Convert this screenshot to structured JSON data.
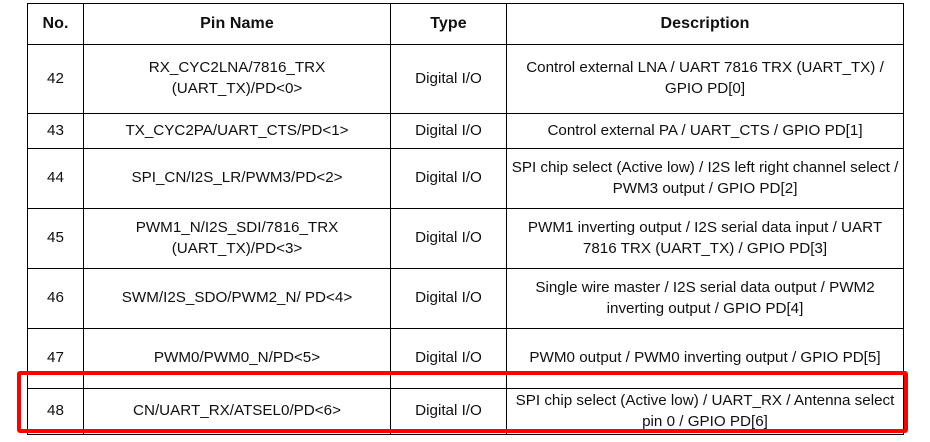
{
  "table": {
    "headers": [
      "No.",
      "Pin Name",
      "Type",
      "Description"
    ],
    "rows": [
      {
        "no": "42",
        "pin_name": "RX_CYC2LNA/7816_TRX (UART_TX)/PD<0>",
        "type": "Digital I/O",
        "description": "Control external LNA / UART 7816 TRX (UART_TX) / GPIO PD[0]",
        "highlighted": false
      },
      {
        "no": "43",
        "pin_name": "TX_CYC2PA/UART_CTS/PD<1>",
        "type": "Digital I/O",
        "description": "Control external PA / UART_CTS / GPIO PD[1]",
        "highlighted": false
      },
      {
        "no": "44",
        "pin_name": "SPI_CN/I2S_LR/PWM3/PD<2>",
        "type": "Digital I/O",
        "description": "SPI chip select (Active low) / I2S left right channel select / PWM3 output / GPIO PD[2]",
        "highlighted": false
      },
      {
        "no": "45",
        "pin_name": "PWM1_N/I2S_SDI/7816_TRX (UART_TX)/PD<3>",
        "type": "Digital I/O",
        "description": "PWM1 inverting output / I2S serial data input / UART 7816 TRX (UART_TX) / GPIO PD[3]",
        "highlighted": false
      },
      {
        "no": "46",
        "pin_name": "SWM/I2S_SDO/PWM2_N/ PD<4>",
        "type": "Digital I/O",
        "description": "Single wire master / I2S serial data output / PWM2 inverting output / GPIO PD[4]",
        "highlighted": false
      },
      {
        "no": "47",
        "pin_name": "PWM0/PWM0_N/PD<5>",
        "type": "Digital I/O",
        "description": "PWM0 output / PWM0 inverting output / GPIO PD[5]",
        "highlighted": false
      },
      {
        "no": "48",
        "pin_name": "CN/UART_RX/ATSEL0/PD<6>",
        "type": "Digital I/O",
        "description": "SPI chip select (Active low) / UART_RX / Antenna select pin 0 / GPIO PD[6]",
        "highlighted": true
      }
    ]
  },
  "annotation": {
    "highlight_color": "#ff0000",
    "highlighted_row_no": "48"
  }
}
